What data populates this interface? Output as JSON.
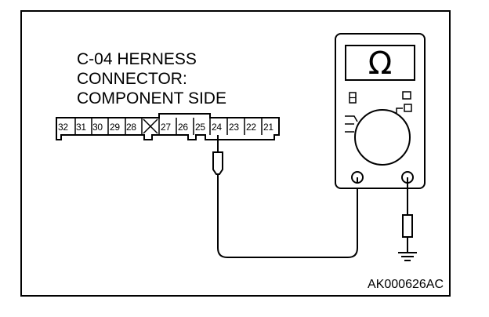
{
  "title": {
    "lines": [
      "C-04 HERNESS",
      "CONNECTOR:",
      "COMPONENT SIDE"
    ]
  },
  "connector": {
    "pins_left": [
      "32",
      "31",
      "30",
      "29",
      "28"
    ],
    "pins_right": [
      "27",
      "26",
      "25",
      "24",
      "23",
      "22",
      "21"
    ],
    "highlighted_pin": "24",
    "empty_cavity_icon": "cross-icon"
  },
  "meter": {
    "display": "Ω",
    "mode_indicator": "8"
  },
  "figure_code": "AK000626AC"
}
